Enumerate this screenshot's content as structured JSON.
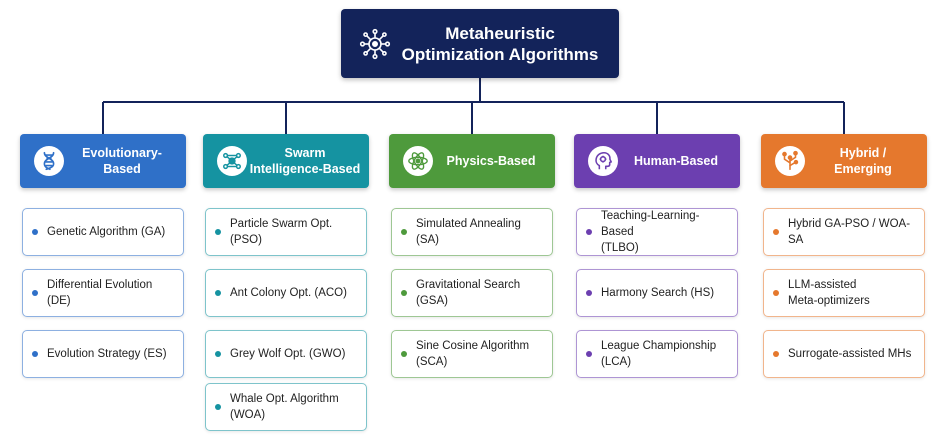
{
  "root": {
    "title_line1": "Metaheuristic",
    "title_line2": "Optimization Algorithms",
    "icon": "network-hub-icon"
  },
  "categories": [
    {
      "label_line1": "Evolutionary-",
      "label_line2": "Based",
      "icon": "dna-icon",
      "color": "#2f70c8",
      "items": [
        {
          "line1": "Genetic Algorithm (GA)",
          "line2": ""
        },
        {
          "line1": "Differential Evolution (DE)",
          "line2": ""
        },
        {
          "line1": "Evolution Strategy (ES)",
          "line2": ""
        }
      ]
    },
    {
      "label_line1": "Swarm",
      "label_line2": "Intelligence-Based",
      "icon": "swarm-network-icon",
      "color": "#1593a1",
      "items": [
        {
          "line1": "Particle Swarm Opt. (PSO)",
          "line2": ""
        },
        {
          "line1": "Ant Colony Opt. (ACO)",
          "line2": ""
        },
        {
          "line1": "Grey Wolf Opt. (GWO)",
          "line2": ""
        },
        {
          "line1": "Whale Opt. Algorithm (WOA)",
          "line2": ""
        }
      ]
    },
    {
      "label_line1": "Physics-Based",
      "label_line2": "",
      "icon": "atom-icon",
      "color": "#4e9a3c",
      "items": [
        {
          "line1": "Simulated Annealing (SA)",
          "line2": ""
        },
        {
          "line1": "Gravitational Search (GSA)",
          "line2": ""
        },
        {
          "line1": "Sine Cosine Algorithm (SCA)",
          "line2": ""
        }
      ]
    },
    {
      "label_line1": "Human-Based",
      "label_line2": "",
      "icon": "human-head-gear-icon",
      "color": "#6c3fb0",
      "items": [
        {
          "line1": "Teaching-Learning-Based",
          "line2": "(TLBO)"
        },
        {
          "line1": "Harmony Search (HS)",
          "line2": ""
        },
        {
          "line1": "League Championship (LCA)",
          "line2": ""
        }
      ]
    },
    {
      "label_line1": "Hybrid /",
      "label_line2": "Emerging",
      "icon": "circuit-branch-icon",
      "color": "#e5782d",
      "items": [
        {
          "line1": "Hybrid GA-PSO / WOA-SA",
          "line2": ""
        },
        {
          "line1": "LLM-assisted",
          "line2": "Meta-optimizers"
        },
        {
          "line1": "Surrogate-assisted MHs",
          "line2": ""
        }
      ]
    }
  ],
  "connector_color": "#13235a"
}
